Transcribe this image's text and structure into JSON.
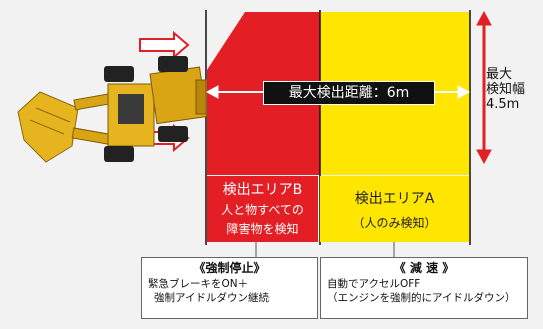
{
  "distance": {
    "label": "最大検出距離：6m"
  },
  "width": {
    "lines": [
      "最大",
      "検知幅",
      "4.5m"
    ]
  },
  "area_b": {
    "title": "検出エリアB",
    "desc_line1": "人と物すべての",
    "desc_line2": "障害物を検知"
  },
  "area_a": {
    "title": "検出エリアA",
    "desc": "（人のみ検知）"
  },
  "forced_stop": {
    "title": "《強制停止》",
    "line1": "緊急ブレーキをON＋",
    "line2": "強制アイドルダウン継続"
  },
  "decel": {
    "title": "《 減 速 》",
    "line1": "自動でアクセルOFF",
    "line2": "（エンジンを強制的にアイドルダウン）"
  },
  "colors": {
    "area_b": "#e31e24",
    "area_a": "#ffe600",
    "arrow": "#e31e24",
    "machine": "#e6b41e",
    "background": "#f2f2f2"
  },
  "icons": [
    "wheel-loader-icon",
    "approach-arrow-icon",
    "double-arrow-icon"
  ]
}
